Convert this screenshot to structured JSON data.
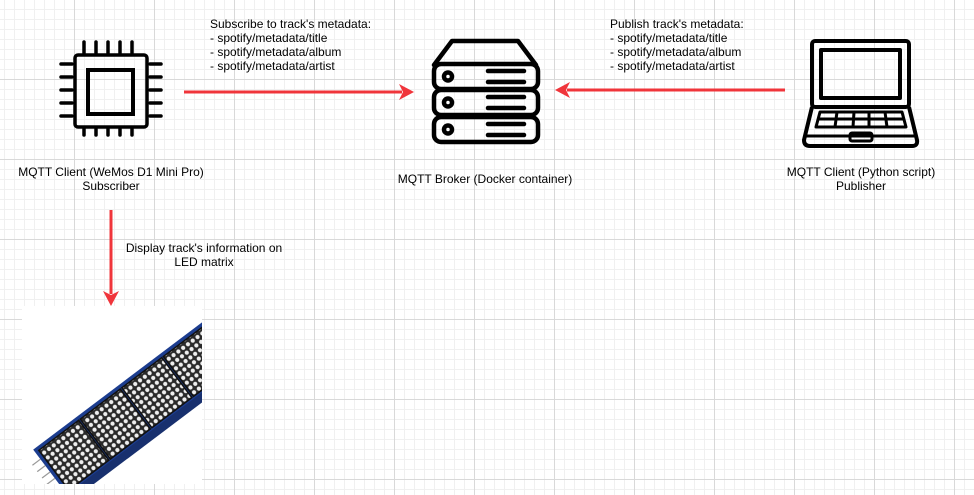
{
  "nodes": {
    "subscriber": {
      "icon": "microchip-icon",
      "label_lines": [
        "MQTT Client (WeMos D1 Mini Pro)",
        "Subscriber"
      ]
    },
    "broker": {
      "icon": "server-icon",
      "label_lines": [
        "MQTT Broker (Docker container)"
      ]
    },
    "publisher": {
      "icon": "laptop-icon",
      "label_lines": [
        "MQTT Client (Python script)",
        "Publisher"
      ]
    },
    "led_matrix": {
      "icon": "led-matrix-image"
    }
  },
  "edges": {
    "subscribe": {
      "title": "Subscribe to track's metadata:",
      "items": [
        "- spotify/metadata/title",
        "- spotify/metadata/album",
        "- spotify/metadata/artist"
      ],
      "color": "#f0353b"
    },
    "publish": {
      "title": "Publish track's metadata:",
      "items": [
        "- spotify/metadata/title",
        "- spotify/metadata/album",
        "- spotify/metadata/artist"
      ],
      "color": "#f0353b"
    },
    "display": {
      "lines": [
        "Display track's information on",
        "LED matrix"
      ],
      "color": "#f0353b"
    }
  }
}
